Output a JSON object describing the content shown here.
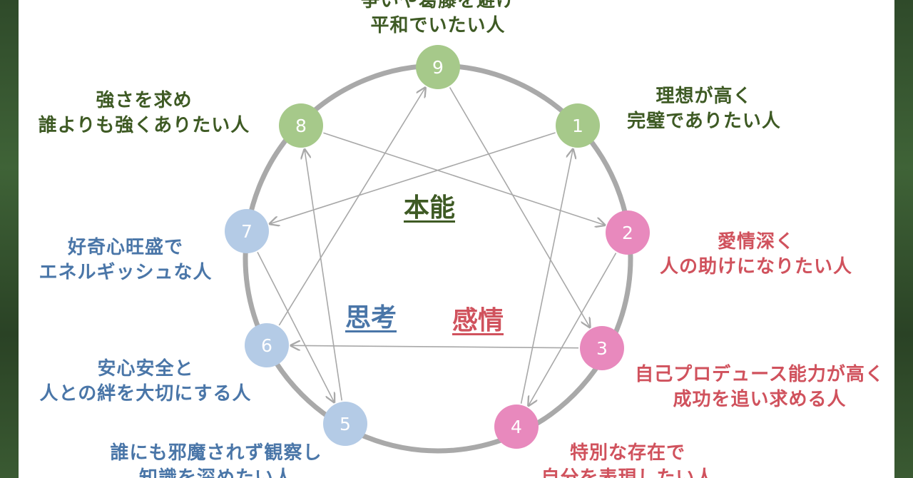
{
  "colors": {
    "ring": "#a9a9a9",
    "arrow": "#a8a8a8",
    "node_text": "#ffffff",
    "instinct": "#a6c98a",
    "feeling": "#e889bd",
    "thinking": "#b4cbe6",
    "label_green": "#3e5a24",
    "label_red": "#d0525d",
    "label_blue": "#4a76a8"
  },
  "centers": {
    "instinct": "本能",
    "feeling": "感情",
    "thinking": "思考"
  },
  "nodes": [
    {
      "id": "9",
      "group": "instinct",
      "label_lines": [
        "争いや葛藤を避け",
        "平和でいたい人"
      ]
    },
    {
      "id": "1",
      "group": "instinct",
      "label_lines": [
        "理想が高く",
        "完璧でありたい人"
      ]
    },
    {
      "id": "2",
      "group": "feeling",
      "label_lines": [
        "愛情深く",
        "人の助けになりたい人"
      ]
    },
    {
      "id": "3",
      "group": "feeling",
      "label_lines": [
        "自己プロデュース能力が高く",
        "成功を追い求める人"
      ]
    },
    {
      "id": "4",
      "group": "feeling",
      "label_lines": [
        "特別な存在で",
        "自分を表現したい人"
      ]
    },
    {
      "id": "5",
      "group": "thinking",
      "label_lines": [
        "誰にも邪魔されず観察し",
        "知識を深めたい人"
      ]
    },
    {
      "id": "6",
      "group": "thinking",
      "label_lines": [
        "安心安全と",
        "人との絆を大切にする人"
      ]
    },
    {
      "id": "7",
      "group": "thinking",
      "label_lines": [
        "好奇心旺盛で",
        "エネルギッシュな人"
      ]
    },
    {
      "id": "8",
      "group": "instinct",
      "label_lines": [
        "強さを求め",
        "誰よりも強くありたい人"
      ]
    }
  ],
  "arrows": [
    [
      "1",
      "7"
    ],
    [
      "7",
      "5"
    ],
    [
      "5",
      "8"
    ],
    [
      "8",
      "2"
    ],
    [
      "2",
      "4"
    ],
    [
      "4",
      "1"
    ],
    [
      "9",
      "3"
    ],
    [
      "3",
      "6"
    ],
    [
      "6",
      "9"
    ]
  ]
}
